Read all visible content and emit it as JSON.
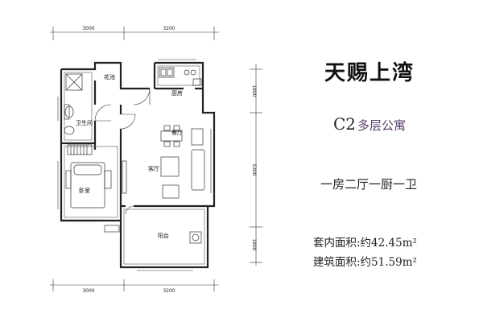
{
  "title": "天赐上湾",
  "unit_code": "C2",
  "unit_type": "多层公寓",
  "layout": "一房二厅一厨一卫",
  "inner_area": "套内面积:约42.45m²",
  "building_area": "建筑面积:约51.59m²",
  "dimensions": {
    "top_left": "3000",
    "top_right": "3200",
    "bottom_left": "3000",
    "bottom_right": "3200",
    "right_top": "1800",
    "right_middle": "5300",
    "right_bottom": "1800"
  },
  "rooms": {
    "flower_bed": "花池",
    "kitchen": "厨房",
    "bathroom": "卫生间",
    "dining": "餐厅",
    "living": "客厅",
    "bedroom": "卧室",
    "balcony": "阳台"
  }
}
